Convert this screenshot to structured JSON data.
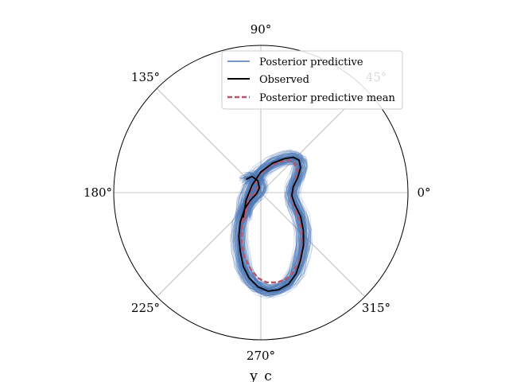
{
  "chart_data": {
    "type": "line",
    "projection": "polar",
    "xlabel": "y_c",
    "angle_ticks": [
      "0°",
      "45°",
      "90°",
      "135°",
      "180°",
      "225°",
      "270°",
      "315°"
    ],
    "angle_tick_degrees": [
      0,
      45,
      90,
      135,
      180,
      225,
      270,
      315
    ],
    "r_ticks_shown": false,
    "grid": true,
    "legend_position": "top-right",
    "legend": [
      "Posterior predictive",
      "Observed",
      "Posterior predictive mean"
    ],
    "colors": {
      "posterior_predictive": "#4c78b5",
      "observed": "#000000",
      "posterior_predictive_mean": "#b5566c",
      "grid": "#b0b0b0"
    },
    "posterior_predictive_draws": 150,
    "series": [
      {
        "name": "Observed",
        "note": "points in cartesian data units of polar plot (x=r·cosθ, y=r·sinθ), r_max=1",
        "x": [
          -0.12,
          -0.1,
          -0.06,
          0.0,
          0.08,
          0.16,
          0.22,
          0.26,
          0.27,
          0.25,
          0.22,
          0.21,
          0.23,
          0.27,
          0.29,
          0.29,
          0.27,
          0.24,
          0.19,
          0.12,
          0.05,
          -0.02,
          -0.08,
          -0.12,
          -0.14,
          -0.15,
          -0.14,
          -0.11,
          -0.07,
          -0.03,
          -0.01,
          -0.02,
          -0.06,
          -0.1
        ],
        "y": [
          -0.17,
          -0.05,
          0.05,
          0.14,
          0.2,
          0.23,
          0.24,
          0.22,
          0.17,
          0.1,
          0.04,
          -0.02,
          -0.08,
          -0.16,
          -0.26,
          -0.36,
          -0.46,
          -0.55,
          -0.62,
          -0.66,
          -0.67,
          -0.64,
          -0.58,
          -0.5,
          -0.4,
          -0.3,
          -0.2,
          -0.11,
          -0.05,
          -0.01,
          0.03,
          0.08,
          0.11,
          0.09
        ]
      },
      {
        "name": "Posterior predictive mean",
        "x": [
          -0.11,
          -0.09,
          -0.06,
          -0.01,
          0.06,
          0.13,
          0.19,
          0.23,
          0.25,
          0.24,
          0.22,
          0.21,
          0.23,
          0.26,
          0.28,
          0.28,
          0.26,
          0.22,
          0.17,
          0.11,
          0.04,
          -0.02,
          -0.07,
          -0.11,
          -0.13,
          -0.13,
          -0.12,
          -0.09,
          -0.06,
          -0.03,
          -0.02,
          -0.03,
          -0.06
        ],
        "y": [
          -0.18,
          -0.06,
          0.04,
          0.12,
          0.18,
          0.21,
          0.22,
          0.2,
          0.15,
          0.09,
          0.03,
          -0.03,
          -0.1,
          -0.18,
          -0.28,
          -0.38,
          -0.47,
          -0.54,
          -0.59,
          -0.61,
          -0.61,
          -0.58,
          -0.52,
          -0.44,
          -0.35,
          -0.26,
          -0.17,
          -0.09,
          -0.03,
          0.01,
          0.05,
          0.08,
          0.08
        ]
      }
    ]
  }
}
